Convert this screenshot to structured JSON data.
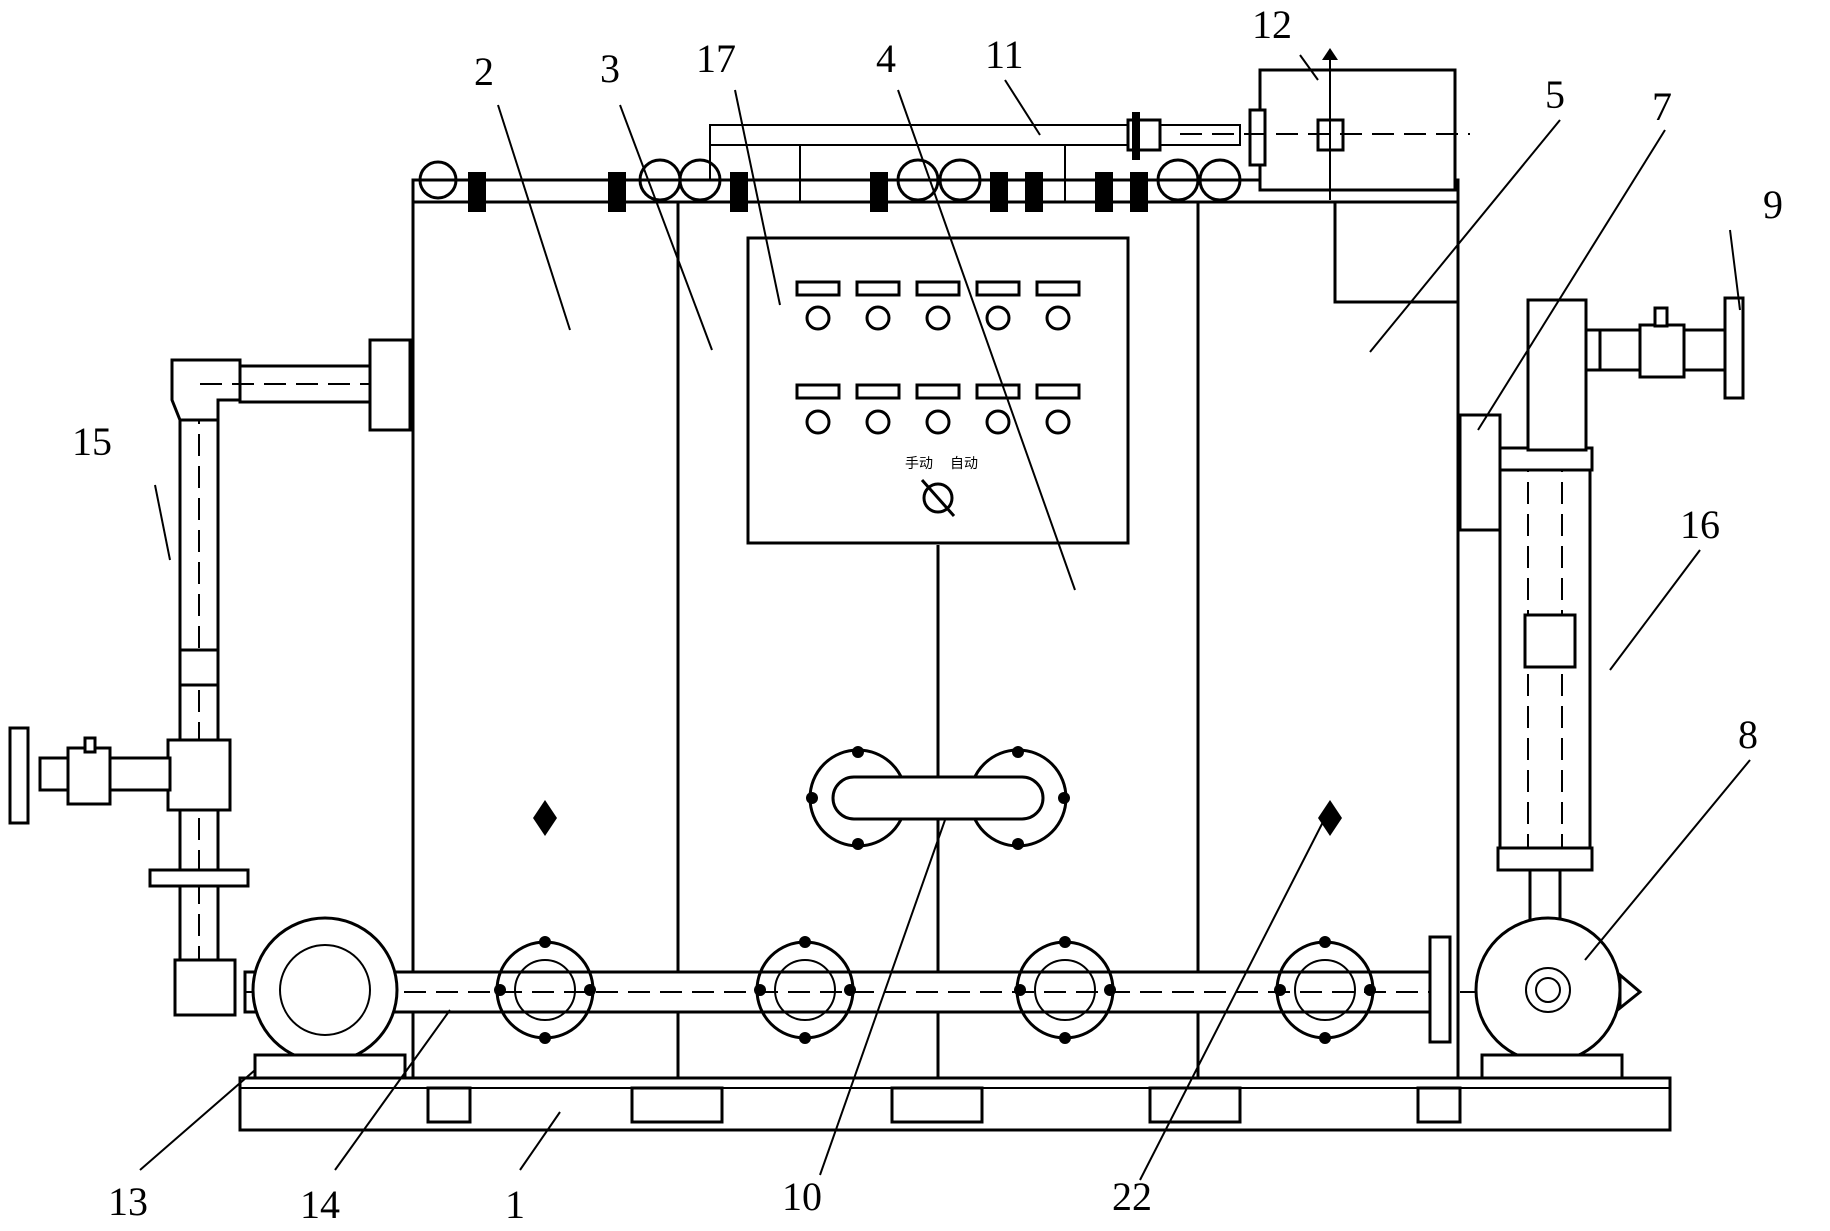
{
  "labels": {
    "l1": "1",
    "l2": "2",
    "l3": "3",
    "l4": "4",
    "l5": "5",
    "l7": "7",
    "l8": "8",
    "l9": "9",
    "l10": "10",
    "l11": "11",
    "l12": "12",
    "l13": "13",
    "l14": "14",
    "l15": "15",
    "l16": "16",
    "l17": "17",
    "l22": "22"
  },
  "panel": {
    "switch_left": "手动",
    "switch_right": "自动"
  }
}
